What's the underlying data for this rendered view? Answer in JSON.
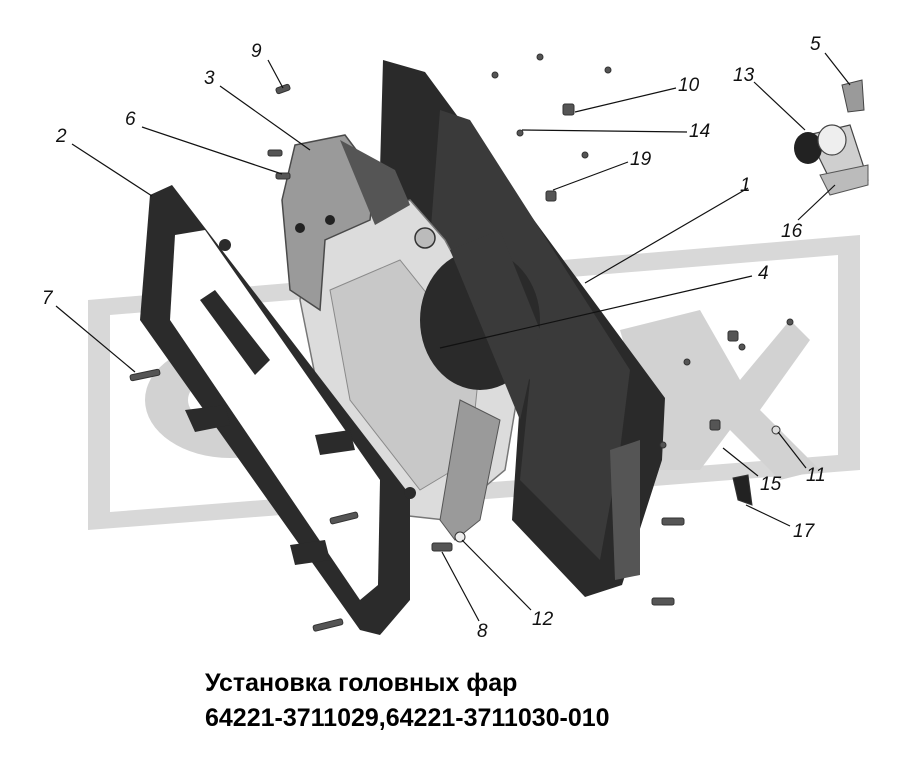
{
  "diagram": {
    "callouts": [
      "1",
      "2",
      "3",
      "4",
      "5",
      "6",
      "7",
      "8",
      "9",
      "10",
      "11",
      "12",
      "13",
      "14",
      "15",
      "16",
      "17",
      "19"
    ],
    "watermark_text": "GAZ",
    "colors": {
      "part_dark": "#2a2a2a",
      "part_mid": "#8a8a8a",
      "part_light": "#d6d6d6",
      "watermark": "#c9c9c9"
    }
  },
  "caption": {
    "title": "Установка головных фар",
    "codes": "64221-3711029,64221-3711030-010"
  }
}
